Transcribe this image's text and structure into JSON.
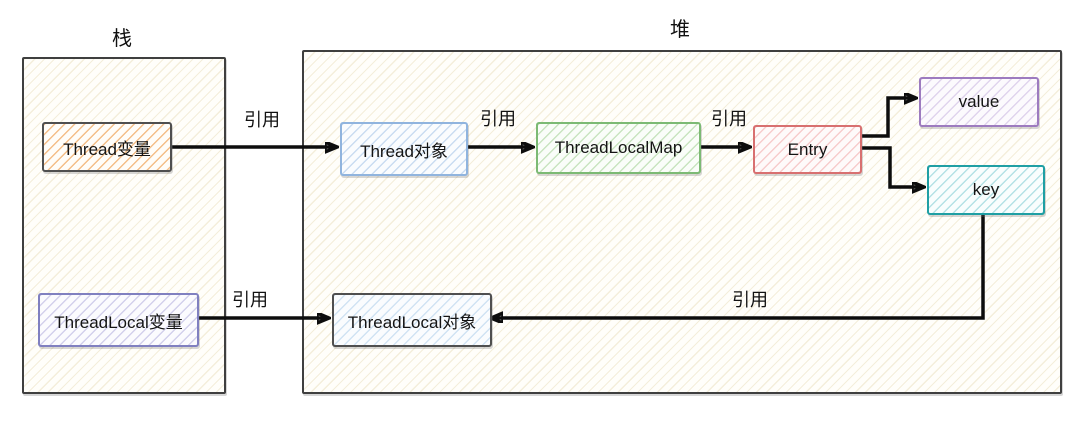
{
  "regions": {
    "stack": {
      "title": "栈"
    },
    "heap": {
      "title": "堆"
    }
  },
  "nodes": {
    "thread_var": {
      "label": "Thread变量",
      "border_color": "#4f4f4f",
      "hatch_color": "#f0a963"
    },
    "threadlocal_var": {
      "label": "ThreadLocal变量",
      "border_color": "#8080c0",
      "hatch_color": "#bdb9e2"
    },
    "thread_obj": {
      "label": "Thread对象",
      "border_color": "#90b4de",
      "hatch_color": "#a9c6e8"
    },
    "threadlocalmap": {
      "label": "ThreadLocalMap",
      "border_color": "#7cba74",
      "hatch_color": "#a8d49a"
    },
    "entry": {
      "label": "Entry",
      "border_color": "#d87070",
      "hatch_color": "#f2aeae"
    },
    "value": {
      "label": "value",
      "border_color": "#9d7bbf",
      "hatch_color": "#c9b5e0"
    },
    "key": {
      "label": "key",
      "border_color": "#1f9fa4",
      "hatch_color": "#8fd2d8"
    },
    "threadlocal_obj": {
      "label": "ThreadLocal对象",
      "border_color": "#4f4f4f",
      "hatch_color": "#b5d2ec"
    }
  },
  "edges": {
    "thread_var_to_thread_obj": {
      "label": "引用"
    },
    "thread_obj_to_threadlocalmap": {
      "label": "引用"
    },
    "threadlocalmap_to_entry": {
      "label": "引用"
    },
    "key_to_threadlocal_obj": {
      "label": "引用"
    },
    "threadlocal_var_to_threadlocal_obj": {
      "label": "引用"
    }
  },
  "arrow_color": "#0d0d0d"
}
